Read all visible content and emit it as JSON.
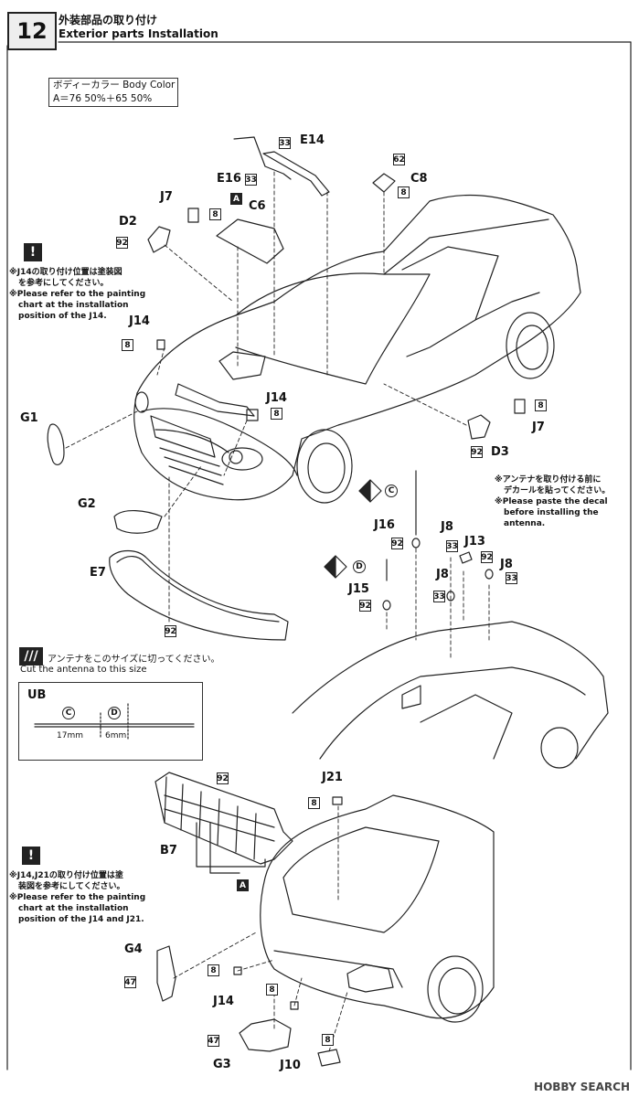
{
  "header": {
    "step_number": "12",
    "title_jp": "外装部品の取り付け",
    "title_en": "Exterior parts Installation"
  },
  "body_color": {
    "line1": "ボディーカラー  Body Color",
    "line2": "A＝76 50%＋65 50%"
  },
  "part_labels": {
    "E14": "E14",
    "E16": "E16",
    "C8": "C8",
    "J7a": "J7",
    "C6": "C6",
    "D2": "D2",
    "J14a": "J14",
    "J14b": "J14",
    "G1": "G1",
    "J7b": "J7",
    "D3": "D3",
    "G2": "G2",
    "E7": "E7",
    "J16": "J16",
    "J8a": "J8",
    "J13": "J13",
    "J8b": "J8",
    "J8c": "J8",
    "J15": "J15",
    "B7": "B7",
    "J21": "J21",
    "G4": "G4",
    "J14c": "J14",
    "G3": "G3",
    "J10": "J10"
  },
  "codes": {
    "c33a": "33",
    "c33b": "33",
    "c62": "62",
    "c8a": "8",
    "cAa": "A",
    "c8b": "8",
    "c92a": "92",
    "c8c": "8",
    "c8d": "8",
    "c8e": "8",
    "c92b": "92",
    "c92c": "92",
    "c92d": "92",
    "c33c": "33",
    "c92e": "92",
    "c33d": "33",
    "c33e": "33",
    "c92f": "92",
    "c92g": "92",
    "c8f": "8",
    "cAb": "A",
    "c8g": "8",
    "c8h": "8",
    "c47a": "47",
    "c47b": "47",
    "c8i": "8"
  },
  "notes": {
    "j14_jp1": "※J14の取り付け位置は塗装図",
    "j14_jp2": "を参考にしてください。",
    "j14_en1": "※Please refer to the painting",
    "j14_en2": "chart at the installation",
    "j14_en3": "position of the J14.",
    "antenna_jp1": "※アンテナを取り付ける前に",
    "antenna_jp2": "デカールを貼ってください。",
    "antenna_en1": "※Please paste the decal",
    "antenna_en2": "before installing the",
    "antenna_en3": "antenna.",
    "cut_jp": "アンテナをこのサイズに切ってください。",
    "cut_en": "Cut the antenna to this size",
    "j21_jp1": "※J14,J21の取り付け位置は塗",
    "j21_jp2": "装図を参考にしてください。",
    "j21_en1": "※Please refer to the painting",
    "j21_en2": "chart at the installation",
    "j21_en3": "position of the J14 and J21."
  },
  "antenna_marks": {
    "c": "C",
    "d": "D"
  },
  "ub_box": {
    "title": "UB",
    "c": "C",
    "d": "D",
    "len_c": "17mm",
    "len_d": "6mm"
  },
  "watermark": "HOBBY SEARCH"
}
